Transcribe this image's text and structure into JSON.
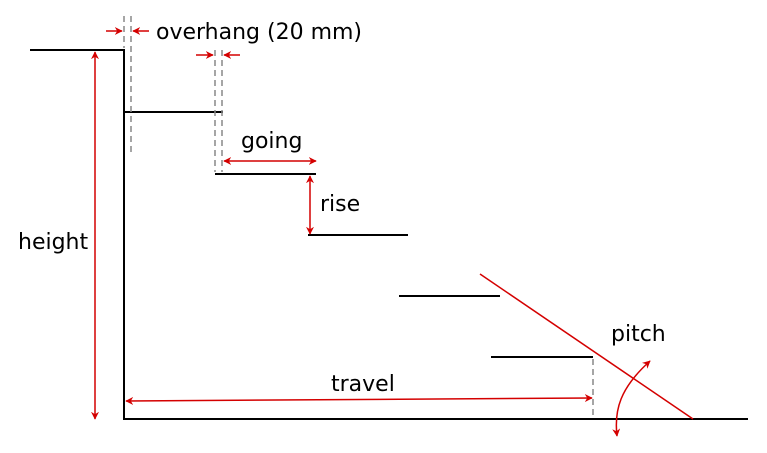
{
  "labels": {
    "overhang": "overhang (20 mm)",
    "going": "going",
    "rise": "rise",
    "height": "height",
    "travel": "travel",
    "pitch": "pitch"
  },
  "colors": {
    "structure": "#000000",
    "dimension": "#d40000",
    "guide": "#888888"
  }
}
